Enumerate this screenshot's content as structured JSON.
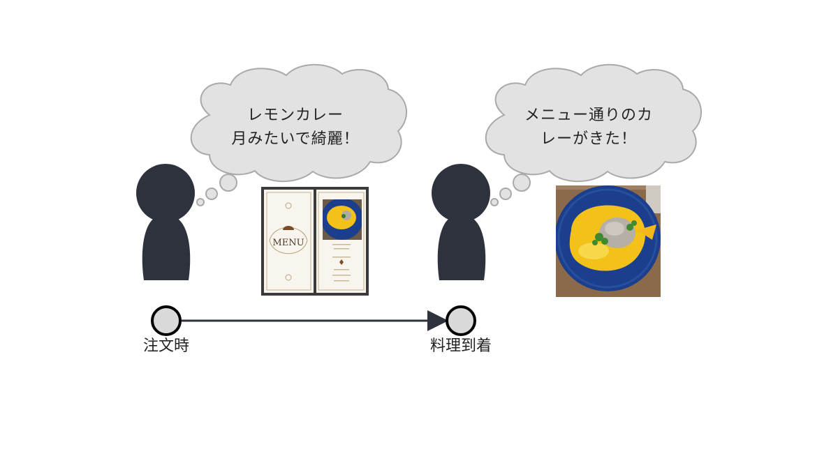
{
  "colors": {
    "person": "#2e323d",
    "bubble_fill": "#e2e2e2",
    "bubble_stroke": "#a9a9a9",
    "node_fill": "#d9d9d9",
    "node_stroke": "#000000",
    "arrow": "#2e323d",
    "plate": "#1b3f8c",
    "curry": "#f2c21b",
    "table_wood": "#8a6a4a"
  },
  "thoughts": {
    "order": {
      "line1": "レモンカレー",
      "line2": "月みたいで綺麗！"
    },
    "arrival": {
      "line1": "メニュー通りのカ",
      "line2": "レーがきた！"
    }
  },
  "timeline": {
    "start_label": "注文時",
    "end_label": "料理到着"
  },
  "menu_card": {
    "title": "MENU"
  },
  "icons": {
    "person": "person-silhouette-icon",
    "thought": "thought-bubble-icon",
    "arrow": "arrow-right-icon"
  }
}
